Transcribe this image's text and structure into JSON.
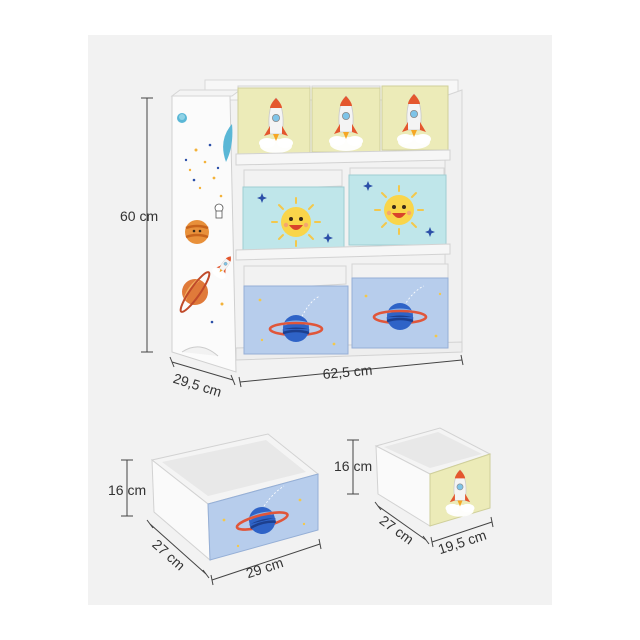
{
  "dimensions": {
    "shelf_height": "60 cm",
    "shelf_depth": "29,5 cm",
    "shelf_width": "62,5 cm",
    "large_box_height": "16 cm",
    "large_box_depth": "27 cm",
    "large_box_width": "29 cm",
    "small_box_height": "16 cm",
    "small_box_depth": "27 cm",
    "small_box_width": "19,5 cm"
  },
  "colors": {
    "background_panel": "#f2f2f2",
    "frame_white": "#fbfbfb",
    "yellow_bin": "#ecebb8",
    "teal_bin": "#bfe6ea",
    "blue_bin": "#b7cdec",
    "dimension_line": "#444444"
  },
  "icons": [
    "rocket-icon",
    "sun-face-icon",
    "planet-icon",
    "star-icon",
    "moon-icon",
    "astronaut-icon"
  ]
}
